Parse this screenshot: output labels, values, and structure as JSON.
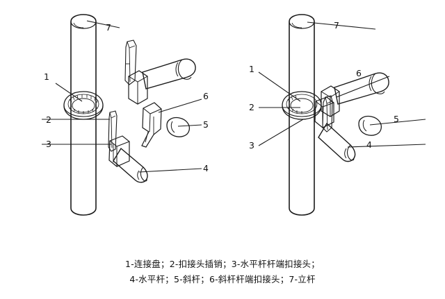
{
  "figure": {
    "title_parts": [],
    "labels": {
      "l1": "1",
      "l2": "2",
      "l3": "3",
      "l4": "4",
      "l5": "5",
      "l6": "6",
      "l7": "7",
      "r1": "1",
      "r2": "2",
      "r3": "3",
      "r4": "4",
      "r5": "5",
      "r6": "6",
      "r7": "7"
    },
    "caption_line1": "1-连接盘；2-扣接头插销；3-水平杆杆端扣接头；",
    "caption_line2": "4-水平杆；5-斜杆；6-斜杆杆端扣接头；7-立杆",
    "legend_items": [
      {
        "num": "1",
        "text": "连接盘"
      },
      {
        "num": "2",
        "text": "扣接头插销"
      },
      {
        "num": "3",
        "text": "水平杆杆端扣接头"
      },
      {
        "num": "4",
        "text": "水平杆"
      },
      {
        "num": "5",
        "text": "斜杆"
      },
      {
        "num": "6",
        "text": "斜杆杆端扣接头"
      },
      {
        "num": "7",
        "text": "立杆"
      }
    ],
    "colors": {
      "line": "#1a1a1a",
      "background": "#ffffff"
    },
    "views": [
      {
        "name": "exploded-view",
        "position": "left"
      },
      {
        "name": "assembled-view",
        "position": "right"
      }
    ]
  }
}
